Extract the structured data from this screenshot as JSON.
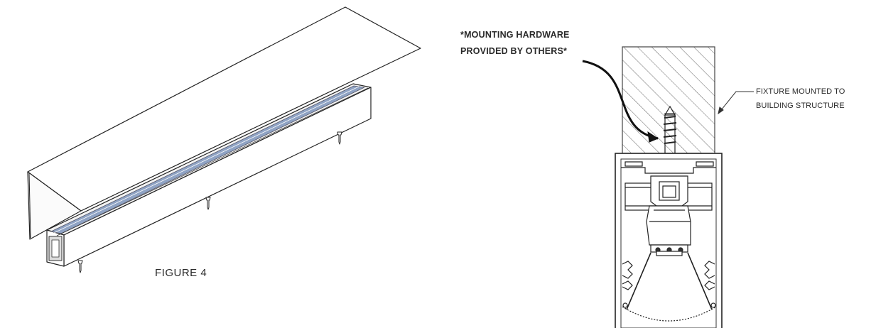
{
  "labels": {
    "figure": "FIGURE 4",
    "hardware_line1": "*MOUNTING HARDWARE",
    "hardware_line2": "PROVIDED BY OTHERS*",
    "fixture_line1": "FIXTURE MOUNTED TO",
    "fixture_line2": "BUILDING STRUCTURE"
  },
  "colors": {
    "line": "#222222",
    "hatch": "#666666",
    "lens": "#8fa3c4"
  }
}
